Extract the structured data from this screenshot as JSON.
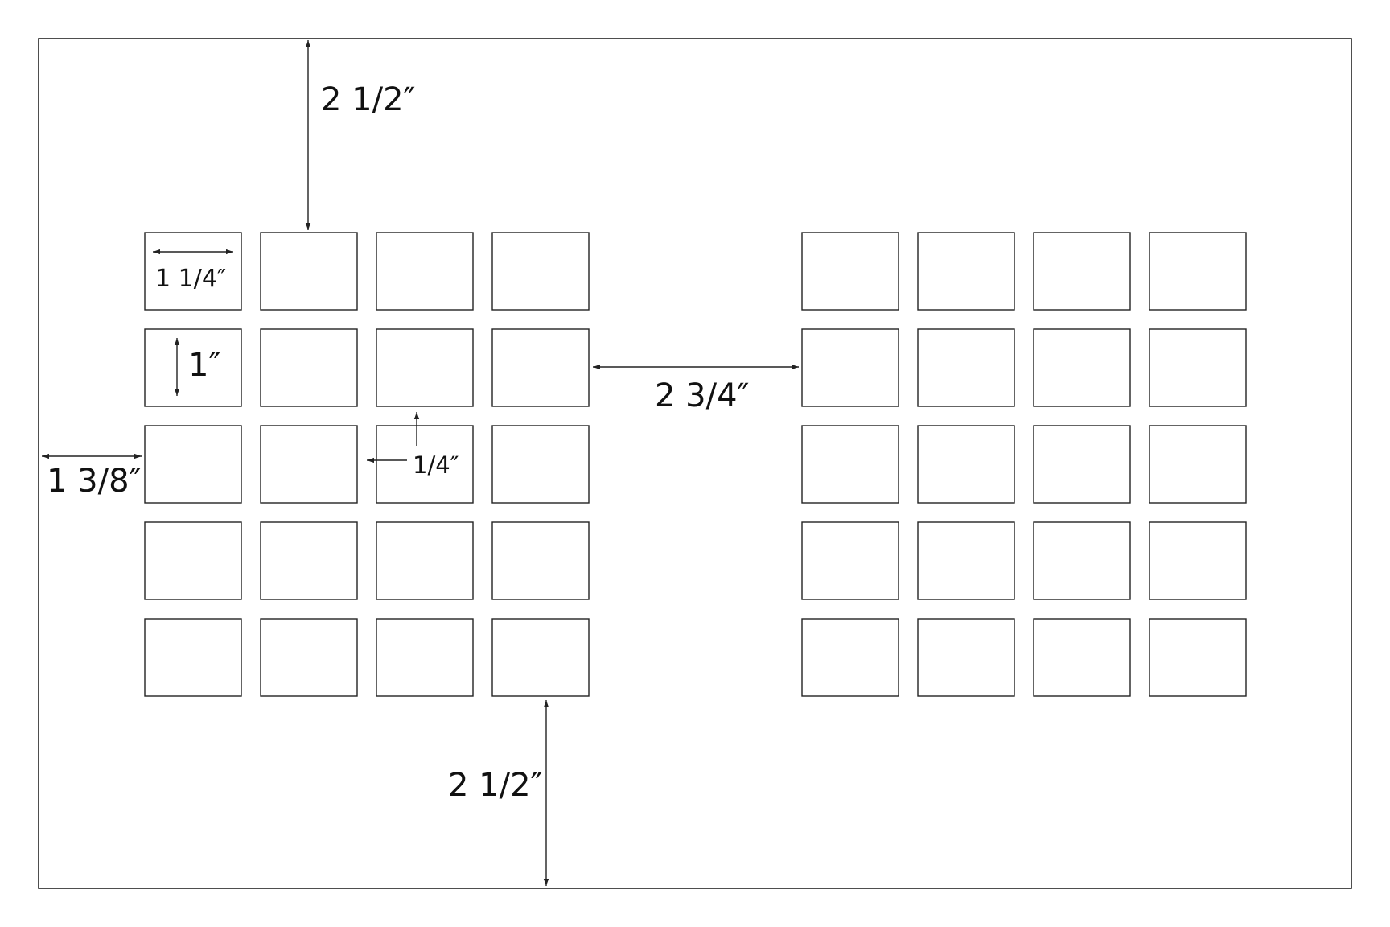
{
  "layout": {
    "groups": 2,
    "rows": 5,
    "columns_per_group": 4
  },
  "dimensions": {
    "top_margin": "2 1/2″",
    "bottom_margin": "2 1/2″",
    "side_margin": "1 3/8″",
    "label_width": "1 1/4″",
    "label_height": "1″",
    "label_gap": "1/4″",
    "group_gap": "2 3/4″"
  },
  "colors": {
    "stroke": "#222222",
    "background": "#ffffff"
  }
}
